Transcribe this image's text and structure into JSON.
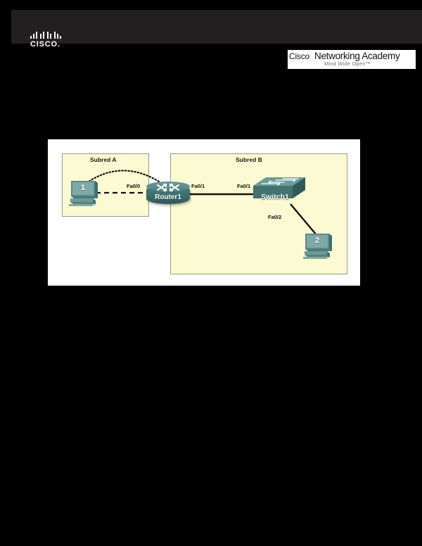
{
  "header": {
    "logo_icon": "cisco-logo-icon",
    "brand": "CISCO."
  },
  "academy_banner": {
    "cisco": "Cisco",
    "program": "Networking Academy",
    "trademark": "™",
    "tagline": "Mind Wide Open™"
  },
  "diagram": {
    "subnets": [
      {
        "id": "a",
        "title": "Subred A"
      },
      {
        "id": "b",
        "title": "Subred B"
      }
    ],
    "devices": {
      "router": {
        "label": "Router1",
        "icon": "router-icon"
      },
      "switch": {
        "label": "Switch1",
        "icon": "switch-icon"
      },
      "pc1": {
        "label": "1",
        "icon": "pc-icon"
      },
      "pc2": {
        "label": "2",
        "icon": "pc-icon"
      }
    },
    "ports": {
      "router_fa00": "Fa0/0",
      "router_fa01": "Fa0/1",
      "switch_fa01": "Fa0/1",
      "switch_fa02": "Fa0/2"
    },
    "colors": {
      "subnet_fill": "#fbfad2",
      "subnet_border": "#9a9a86",
      "device_teal": "#3e6e6d",
      "canvas": "#ffffff",
      "page_background": "#000000",
      "header_band": "#231f20"
    },
    "links": [
      {
        "from": "pc1",
        "to": "router",
        "style": "dashed",
        "label": "Fa0/0"
      },
      {
        "from": "pc1",
        "to": "router",
        "style": "dotted-arc"
      },
      {
        "from": "router",
        "to": "switch",
        "style": "solid"
      },
      {
        "from": "switch",
        "to": "pc2",
        "style": "solid",
        "label": "Fa0/2"
      }
    ]
  }
}
